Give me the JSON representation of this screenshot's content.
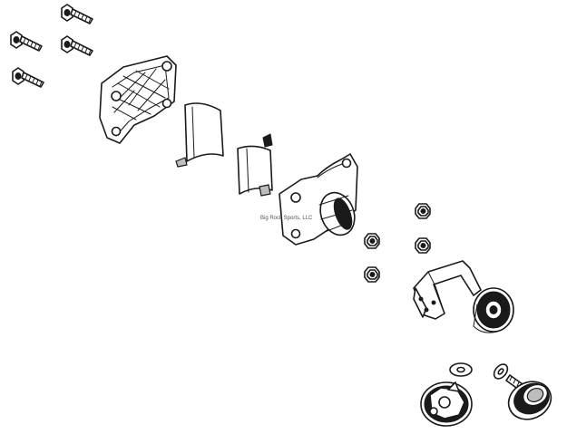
{
  "diagram": {
    "watermark": "Big Rock Sports, LLC",
    "colors": {
      "line": "#1a1a1a",
      "background": "#ffffff",
      "shade": "#bdbdbd"
    },
    "parts": [
      "cap-screw",
      "upper-clamp",
      "spacer-shim",
      "lower-clamp",
      "lock-nut",
      "mount-bracket",
      "washer",
      "knob"
    ]
  }
}
